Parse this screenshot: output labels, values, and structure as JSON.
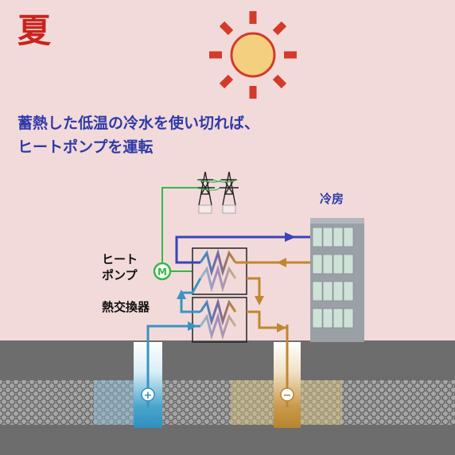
{
  "season_title": "夏",
  "caption": {
    "line1": "蓄熱した低温の冷水を使い切れば、",
    "line2": "ヒートポンプを運転"
  },
  "labels": {
    "cooling": "冷房",
    "heat_pump_line1": "ヒート",
    "heat_pump_line2": "ポンプ",
    "heat_exchanger": "熱交換器",
    "motor": "M"
  },
  "well_symbols": {
    "cold": "+",
    "warm": "−"
  },
  "colors": {
    "background": "#f2dada",
    "title_red": "#c8241c",
    "caption_blue": "#2f3aa8",
    "sun_fill": "#f5cf80",
    "sun_rays": "#d33a2a",
    "cold_pipe": "#3a94c0",
    "warm_pipe": "#c0872e",
    "supply_pipe": "#3a44b8",
    "power_line": "#34b84a",
    "ground": "#6d6d6d",
    "building": "#9aa0a6",
    "window": "#cfe2d8"
  },
  "icons": [
    "sun-icon",
    "transmission-tower-icon",
    "motor-icon",
    "building-icon",
    "heat-coil-icon"
  ]
}
